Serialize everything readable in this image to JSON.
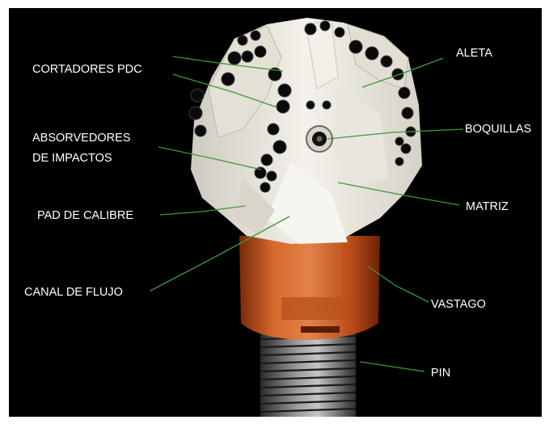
{
  "labels": {
    "cortadores": "CORTADORES PDC",
    "absorvedores_1": "ABSORVEDORES",
    "absorvedores_2": "DE IMPACTOS",
    "pad": "PAD DE CALIBRE",
    "canal": "CANAL DE FLUJO",
    "aleta": "ALETA",
    "boquillas": "BOQUILLAS",
    "matriz": "MATRIZ",
    "vastago": "VASTAGO",
    "pin": "PIN"
  },
  "colors": {
    "background": "#000000",
    "frame": "#ffffff",
    "leader": "#3a9a3a",
    "label": "#ffffff",
    "matrix_body": "#ece9e1",
    "shank": "#c8521c",
    "pin_thread": "#8a8a8a"
  }
}
